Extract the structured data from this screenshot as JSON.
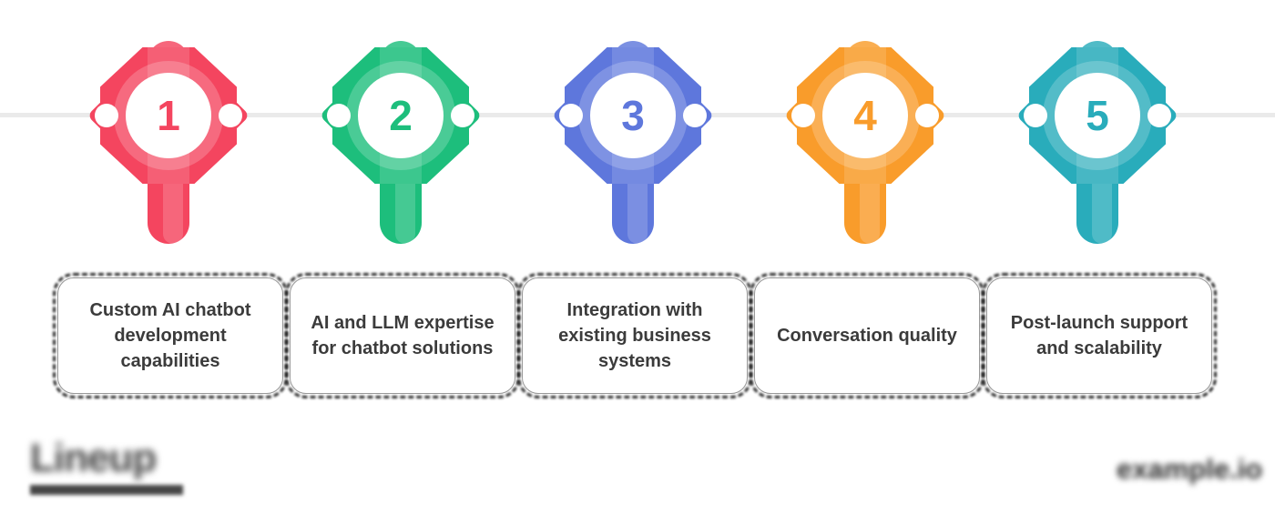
{
  "canvas": {
    "background": "#ffffff",
    "timeline_color": "#eaeaea"
  },
  "steps": [
    {
      "number": "1",
      "label": "Custom AI chatbot development capabilities",
      "color": "#f4455f"
    },
    {
      "number": "2",
      "label": "AI and LLM expertise for chatbot solutions",
      "color": "#1dbe7c"
    },
    {
      "number": "3",
      "label": "Integration with existing business systems",
      "color": "#5e77dc"
    },
    {
      "number": "4",
      "label": "Conversation quality",
      "color": "#f99c2b"
    },
    {
      "number": "5",
      "label": "Post-launch support and scalability",
      "color": "#29acbb"
    }
  ],
  "footer": {
    "left_logo": {
      "text": "Lineup",
      "blurred": true
    },
    "right_logo": {
      "text": "example.io",
      "blurred": true
    }
  }
}
